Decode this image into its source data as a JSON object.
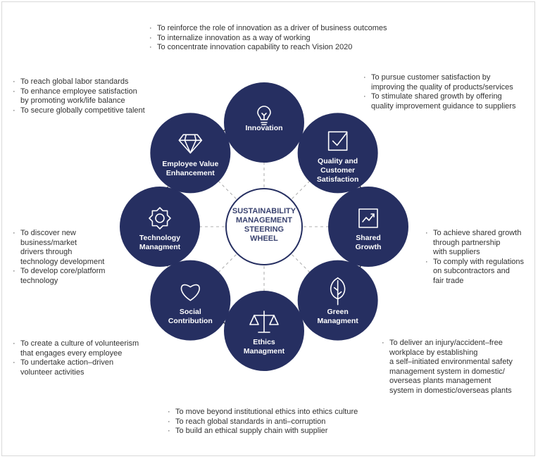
{
  "center": {
    "lines": [
      "SUSTAINABILITY",
      "MANAGEMENT",
      "STEERING",
      "WHEEL"
    ]
  },
  "colors": {
    "node": "#262f61",
    "center_stroke": "#262f61",
    "connector": "#b0b0b0",
    "ring": "#222222",
    "text": "#333333"
  },
  "nodes": [
    {
      "id": "innovation",
      "icon": "lightbulb-icon",
      "label_lines": [
        "Innovation"
      ],
      "bullets": [
        "To reinforce the role of innovation as a driver of business outcomes",
        "To internalize innovation as a way of working",
        "To concentrate innovation capability to reach Vision 2020"
      ]
    },
    {
      "id": "quality",
      "icon": "checkbox-icon",
      "label_lines": [
        "Quality and",
        "Customer",
        "Satisfaction"
      ],
      "bullets": [
        "To pursue customer satisfaction by\nimproving the quality of products/services",
        "To stimulate shared growth by offering\nquality improvement guidance to suppliers"
      ]
    },
    {
      "id": "shared-growth",
      "icon": "growth-chart-icon",
      "label_lines": [
        "Shared",
        "Growth"
      ],
      "bullets": [
        "To achieve shared growth\nthrough partnership\nwith suppliers",
        "To comply with regulations\non subcontractors and\nfair trade"
      ]
    },
    {
      "id": "green",
      "icon": "leaf-icon",
      "label_lines": [
        "Green",
        "Managment"
      ],
      "bullets": [
        "To deliver an injury/accident–free\nworkplace by establishing\na self–initiated environmental safety\nmanagement system in domestic/\noverseas plants management\nsystem in domestic/overseas plants"
      ]
    },
    {
      "id": "ethics",
      "icon": "scales-icon",
      "label_lines": [
        "Ethics",
        "Managment"
      ],
      "bullets": [
        "To move beyond institutional ethics into ethics culture",
        "To reach global standards in anti–corruption",
        "To build an ethical supply chain with supplier"
      ]
    },
    {
      "id": "social",
      "icon": "heart-icon",
      "label_lines": [
        "Social",
        "Contribution"
      ],
      "bullets": [
        "To create a culture of volunteerism\nthat engages every employee",
        "To undertake action–driven\nvolunteer activities"
      ]
    },
    {
      "id": "technology",
      "icon": "gear-icon",
      "label_lines": [
        "Technology",
        "Managment"
      ],
      "bullets": [
        "To discover new\nbusiness/market\ndrivers through\ntechnology development",
        "To develop core/platform\ntechnology"
      ]
    },
    {
      "id": "employee",
      "icon": "diamond-icon",
      "label_lines": [
        "Employee Value",
        "Enhancement"
      ],
      "bullets": [
        "To reach global labor standards",
        "To enhance employee satisfaction\nby promoting work/life balance",
        "To secure globally competitive talent"
      ]
    }
  ]
}
